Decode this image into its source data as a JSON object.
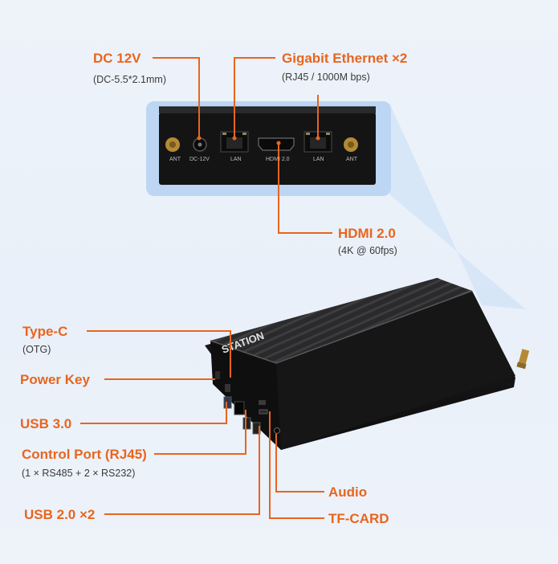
{
  "ports_top": {
    "dc": {
      "label": "DC 12V",
      "sub": "(DC-5.5*2.1mm)"
    },
    "ethernet": {
      "label": "Gigabit Ethernet ×2",
      "sub": "(RJ45 / 1000M bps)"
    },
    "hdmi": {
      "label": "HDMI 2.0",
      "sub": "(4K @ 60fps)"
    }
  },
  "panel_labels": {
    "ant_left": "ANT",
    "dc": "DC-12V",
    "lan_left": "LAN",
    "hdmi": "HDMI 2.0",
    "lan_right": "LAN",
    "ant_right": "ANT"
  },
  "device": {
    "brand": "STATION"
  },
  "ports_side": {
    "typec": {
      "label": "Type-C",
      "sub": "(OTG)"
    },
    "power": {
      "label": "Power Key"
    },
    "usb3": {
      "label": "USB 3.0"
    },
    "control": {
      "label": "Control Port (RJ45)",
      "sub": "(1 × RS485 + 2 × RS232)"
    },
    "usb2": {
      "label": "USB 2.0 ×2"
    },
    "audio": {
      "label": "Audio"
    },
    "tfcard": {
      "label": "TF-CARD"
    }
  },
  "colors": {
    "accent": "#e8651f",
    "device": "#1c1c1e",
    "highlight": "#bcd6f3"
  }
}
